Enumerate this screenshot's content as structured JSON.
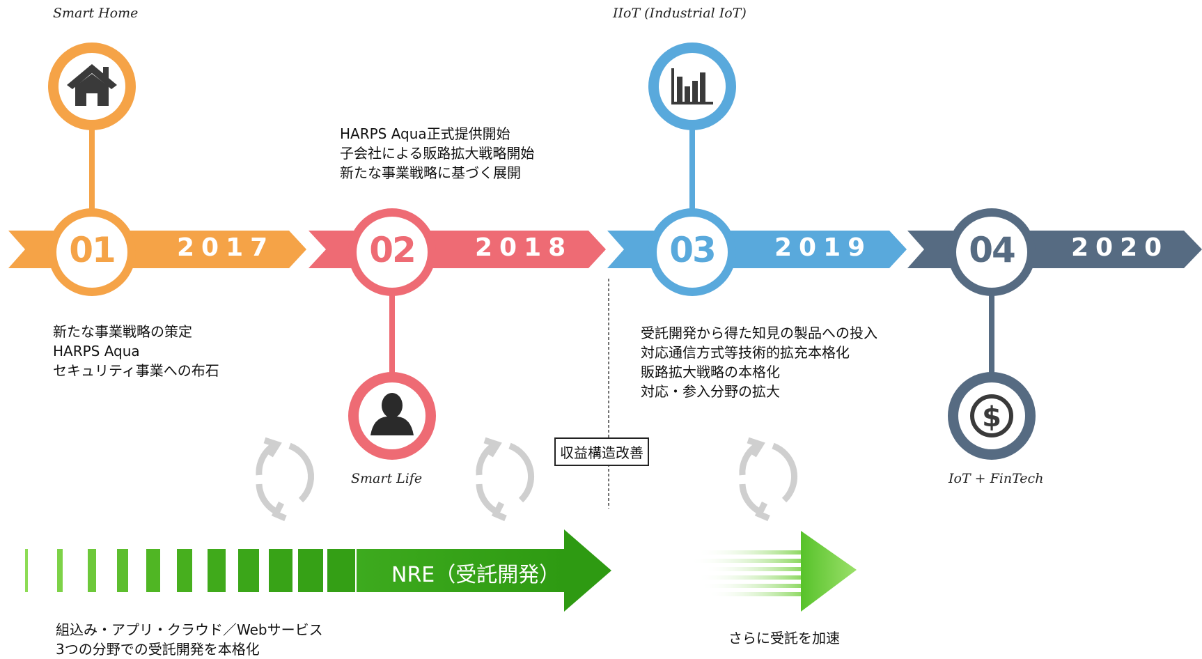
{
  "colors": {
    "stage1": "#F5A347",
    "stage2": "#EE6B74",
    "stage3": "#59A9DC",
    "stage4": "#566B82",
    "green": "#3DAA1E"
  },
  "stages": [
    {
      "number": "01",
      "year": "2017",
      "icon": "house-icon",
      "tag": "Smart Home",
      "notes": "新たな事業戦略の策定\nHARPS Aqua\nセキュリティ事業への布石"
    },
    {
      "number": "02",
      "year": "2018",
      "icon": "person-icon",
      "tag": "Smart Life",
      "notes": "HARPS Aqua正式提供開始\n子会社による販路拡大戦略開始\n新たな事業戦略に基づく展開"
    },
    {
      "number": "03",
      "year": "2019",
      "icon": "bar-chart-icon",
      "tag": "IIoT (Industrial IoT)",
      "notes": "受託開発から得た知見の製品への投入\n対応通信方式等技術的拡充本格化\n販路拡大戦略の本格化\n対応・参入分野の拡大"
    },
    {
      "number": "04",
      "year": "2020",
      "icon": "dollar-coin-icon",
      "tag": "IoT + FinTech",
      "notes": ""
    }
  ],
  "milestone_box": "収益構造改善",
  "nre_label": "NRE（受託開発）",
  "bottom_left_text": "組込み・アプリ・クラウド／Webサービス\n3つの分野での受託開発を本格化",
  "bottom_right_text": "さらに受託を加速"
}
